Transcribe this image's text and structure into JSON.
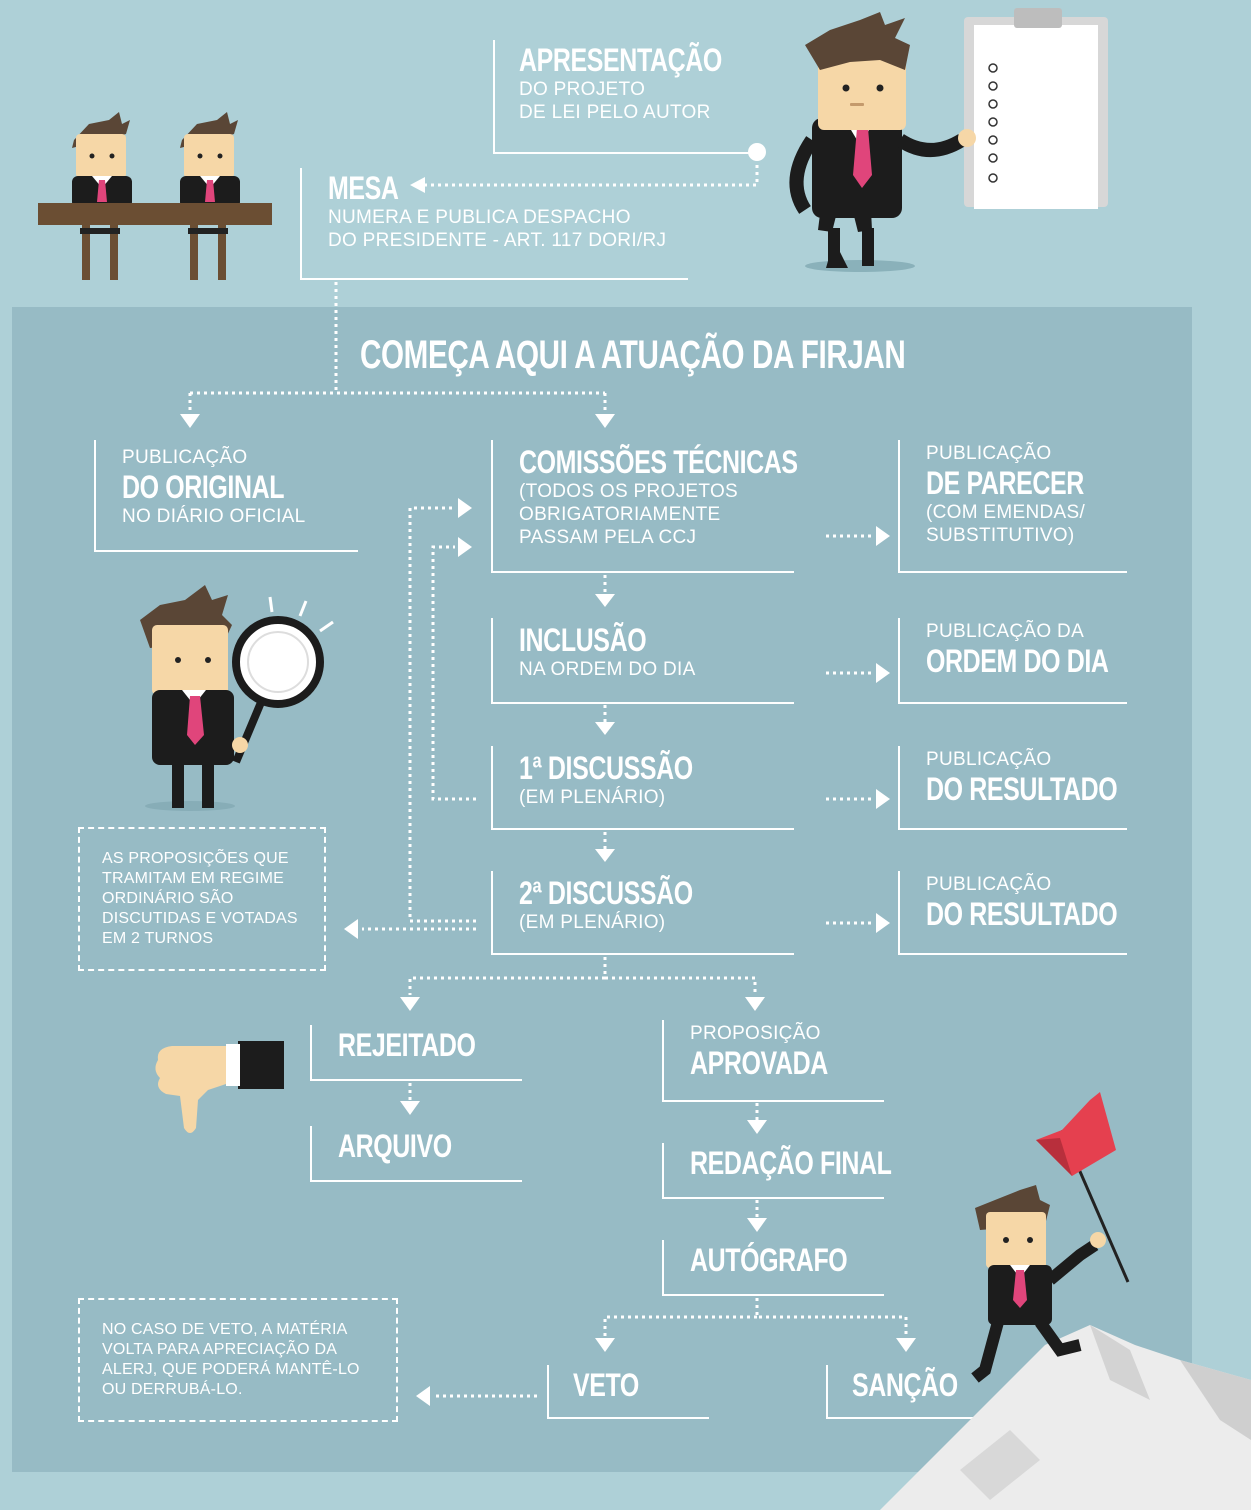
{
  "top": {
    "apresentacao": {
      "title": "APRESENTAÇÃO",
      "line1": "DO PROJETO",
      "line2": "DE LEI PELO AUTOR"
    },
    "mesa": {
      "title": "MESA",
      "line1": "NUMERA E PUBLICA DESPACHO",
      "line2": "DO PRESIDENTE - ART. 117 DORI/RJ"
    }
  },
  "section_title": "COMEÇA AQUI A ATUAÇÃO DA FIRJAN",
  "left": {
    "original": {
      "pre": "PUBLICAÇÃO",
      "title": "DO ORIGINAL",
      "post": "NO DIÁRIO OFICIAL"
    },
    "note_turnos": [
      "AS PROPOSIÇÕES QUE",
      "TRAMITAM EM REGIME",
      "ORDINÁRIO SÃO",
      "DISCUTIDAS E VOTADAS",
      "EM 2 TURNOS"
    ],
    "rejeitado": "REJEITADO",
    "arquivo": "ARQUIVO",
    "note_veto": [
      "NO CASO DE VETO, A MATÉRIA",
      "VOLTA PARA APRECIAÇÃO DA",
      "ALERJ, QUE PODERÁ MANTÊ-LO",
      "OU DERRUBÁ-LO."
    ]
  },
  "center": {
    "comissoes": {
      "title": "COMISSÕES TÉCNICAS",
      "line1": "(TODOS OS PROJETOS",
      "line2": "OBRIGATORIAMENTE",
      "line3": "PASSAM PELA CCJ"
    },
    "inclusao": {
      "title": "INCLUSÃO",
      "line1": "NA ORDEM DO DIA"
    },
    "disc1": {
      "title": "1ª DISCUSSÃO",
      "line1": "(EM PLENÁRIO)"
    },
    "disc2": {
      "title": "2ª DISCUSSÃO",
      "line1": "(EM PLENÁRIO)"
    },
    "aprovada": {
      "pre": "PROPOSIÇÃO",
      "title": "APROVADA"
    },
    "redacao": "REDAÇÃO FINAL",
    "autografo": "AUTÓGRAFO",
    "veto": "VETO",
    "sancao": "SANÇÃO"
  },
  "right": {
    "parecer": {
      "pre": "PUBLICAÇÃO",
      "title": "DE PARECER",
      "line1": "(COM EMENDAS/",
      "line2": "SUBSTITUTIVO)"
    },
    "ordem": {
      "pre": "PUBLICAÇÃO DA",
      "title": "ORDEM DO DIA"
    },
    "resultado1": {
      "pre": "PUBLICAÇÃO",
      "title": "DO RESULTADO"
    },
    "resultado2": {
      "pre": "PUBLICAÇÃO",
      "title": "DO RESULTADO"
    }
  },
  "colors": {
    "background": "#aed0d7",
    "panel": "#97bbc5",
    "suit": "#1c1c1c",
    "tie": "#e0457b",
    "skin": "#f6d7a7",
    "hair": "#5a4636",
    "flag": "#e5404f"
  },
  "icons": [
    "businessman-clipboard-icon",
    "two-men-at-desk-icon",
    "magnifier-man-icon",
    "thumbs-down-icon",
    "flag-man-mountain-icon"
  ]
}
